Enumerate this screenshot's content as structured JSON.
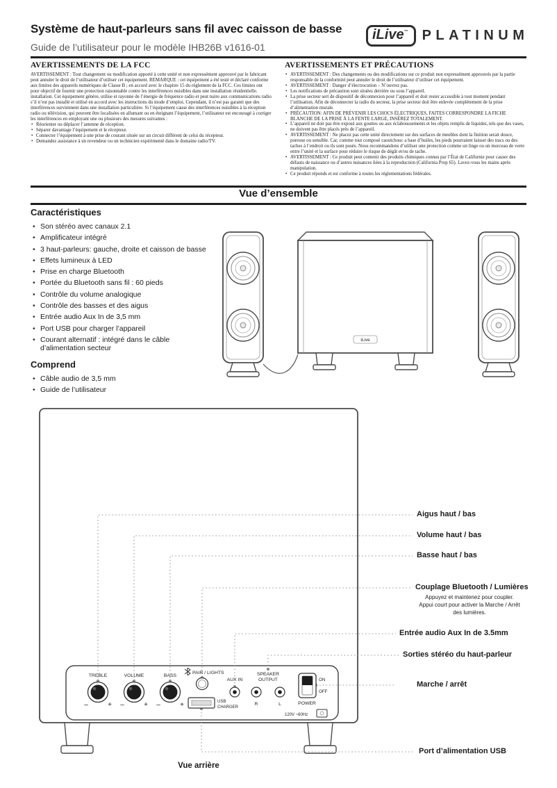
{
  "header": {
    "title": "Système de haut-parleurs sans fil avec caisson de basse",
    "subtitle": "Guide de l’utilisateur pour le modèle IHB26B v1616-01",
    "logo": {
      "brand": "iLive",
      "tm": "™",
      "suffix": "PLATINUM"
    }
  },
  "fcc": {
    "heading": "AVERTISSEMENTS DE LA FCC",
    "body": "AVERTISSEMENT : Tout changement ou modification apporté à cette unité et non expressément approuvé par le fabricant peut annuler le droit de l’utilisateur d’utiliser cet équipement. REMARQUE : cet équipement a été testé et déclaré conforme aux limites des appareils numériques de Classe B ; en accord avec le chapitre 15 du règlement de la FCC. Ces limites ont pour objectif de fournir une protection raisonnable contre les interférences nuisibles dans une installation résidentielle. installation. Cet équipement génère, utilise et rayonne de l’énergie de fréquence radio et peut nuire aux communications radio s’il n’est pas installé et utilisé en accord avec les instructions du mode d’emploi. Cependant, il n’est pas garanti que des interférences surviennent dans une installation particulière. Si l’équipement cause des interférences nuisibles à la réception radio ou télévision, qui peuvent être localisées en allumant ou en éteignant l’équipement, l’utilisateur est encouragé à corriger les interférences en employant une ou plusieurs des mesures suivantes :",
    "bullets": [
      "Réorienter ou déplacer l’antenne de réception.",
      "Séparer davantage l’équipement et le récepteur.",
      "Connecter l’équipement à une prise de courant située sur un circuit différent de celui du récepteur.",
      "Demandez assistance à un revendeur ou un technicien expérimenté dans le domaine radio/TV."
    ]
  },
  "precautions": {
    "heading": "AVERTISSEMENTS ET PRÉCAUTIONS",
    "bullets": [
      "AVERTISSEMENT : Des changements ou des modifications sur ce produit non expressément approuvés par la partie responsable de la conformité peut annuler le droit de l’utilisateur d’utiliser cet équipement.",
      "AVERTISSEMENT : Danger d’électrocution – N’ouvrez pas.",
      "Les notifications de précaution sont situées derrière ou sous l’appareil.",
      "La prise secteur sert de dispositif de déconnexion pour l’appareil et doit rester accessible à tout moment pendant l’utilisation. Afin de déconnecter la radio du secteur, la prise secteur doit être enlevée complètement de la prise d’alimentation murale.",
      "PRÉCAUTION: AFIN DE PRÉVENIR LES CHOCS ÉLECTRIQUES, FAITES CORRESPONDRE LA FICHE BLANCHE DE LA PRISE À LA FENTE LARGE, INSÉREZ TOTALEMENT.",
      "L’appareil ne doit pas être exposé aux gouttes ou aux éclaboussements et les objets remplis de liquides, tels que des vases, ne doivent pas être placés près de l’appareil.",
      "AVERTISSEMENT : Ne placez pas cette unité directement sur des surfaces de meubles dont la finition serait douce, poreuse ou sensible. Car, comme tout composé caoutchouc a base d’huiles, les pieds pourraient laisser des tracs ou des taches à l’endroit ou ils sont posés. Nous recommandons d’utiliser une protection comme un linge ou un morceau de verre entre l’unité et la surface pour réduire le risque de dégât et/ou de tache.",
      "AVERTISSEMENT : Ce produit peut contenir des produits chimiques connus par l’État de Californie pour causer des défauts de naissance ou d’autres nuisances liées à la reproduction (California Prop 65). Lavez-vous les mains après manipulation.",
      "Ce produit réponds et est conforme à toutes les réglementations fédérales."
    ]
  },
  "overview": {
    "heading": "Vue d’ensemble",
    "features_heading": "Caractéristiques",
    "features": [
      "Son stéréo avec canaux 2.1",
      "Amplificateur intégré",
      "3 haut-parleurs: gauche, droite et caisson de basse",
      "Effets lumineux à LED",
      "Prise en charge Bluetooth",
      "Portée du Bluetooth sans fil : 60 pieds",
      "Contrôle du volume analogique",
      "Contrôle des basses et des aigus",
      "Entrée audio Aux In de 3,5 mm",
      "Port USB pour charger l’appareil",
      "Courant alternatif : intégré dans le câble d’alimentation secteur"
    ],
    "includes_heading": "Comprend",
    "includes": [
      "Câble audio de 3,5 mm",
      "Guide de l’utilisateur"
    ]
  },
  "rear": {
    "caption": "Vue arrière",
    "panel": {
      "treble": "TREBLE",
      "volume": "VOLUME",
      "bass": "BASS",
      "pair_lights": "PAIR / LIGHTS",
      "aux_in": "AUX IN",
      "speaker_line1": "SPEAKER",
      "speaker_line2": "OUTPUT",
      "jack_r": "R",
      "jack_l": "L",
      "usb_line1": "USB",
      "usb_line2": "CHARGER",
      "power": "POWER",
      "on": "ON",
      "off": "OFF",
      "voltage": "120V ~60Hz",
      "minus": "–",
      "plus": "+"
    },
    "callouts": [
      {
        "label": "Aigus haut / bas"
      },
      {
        "label": "Volume haut / bas"
      },
      {
        "label": "Basse haut / bas"
      },
      {
        "label": "Couplage Bluetooth / Lumières",
        "desc1": "Appuyez et maintenez pour coupler.",
        "desc2": "Appui court pour activer la Marche / Arrêt des lumières."
      },
      {
        "label": "Entrée audio Aux In de 3.5mm"
      },
      {
        "label": "Sorties stéréo du haut-parleur"
      },
      {
        "label": "Marche / arrêt"
      },
      {
        "label": "Port d’alimentation USB"
      }
    ]
  }
}
